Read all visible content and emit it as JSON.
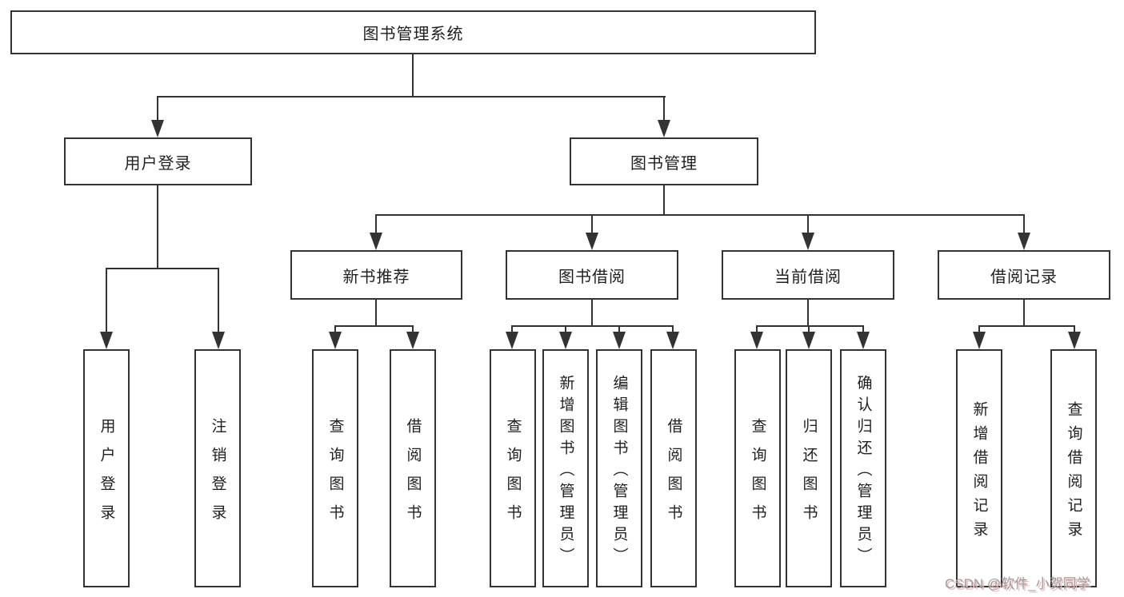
{
  "tree": {
    "root": {
      "label": "图书管理系统"
    },
    "branches": [
      {
        "label": "用户登录",
        "children": [
          {
            "label": "用户登录"
          },
          {
            "label": "注销登录"
          }
        ]
      },
      {
        "label": "图书管理",
        "children": [
          {
            "label": "新书推荐",
            "children": [
              {
                "label": "查询图书"
              },
              {
                "label": "借阅图书"
              }
            ]
          },
          {
            "label": "图书借阅",
            "children": [
              {
                "label": "查询图书"
              },
              {
                "label": "新增图书（管理员）"
              },
              {
                "label": "编辑图书（管理员）"
              },
              {
                "label": "借阅图书"
              }
            ]
          },
          {
            "label": "当前借阅",
            "children": [
              {
                "label": "查询图书"
              },
              {
                "label": "归还图书"
              },
              {
                "label": "确认归还（管理员）"
              }
            ]
          },
          {
            "label": "借阅记录",
            "children": [
              {
                "label": "新增借阅记录"
              },
              {
                "label": "查询借阅记录"
              }
            ]
          }
        ]
      }
    ]
  },
  "watermark": {
    "text": "CSDN @软件_小贺同学"
  },
  "colors": {
    "line": "#333333",
    "border": "#333333",
    "text": "#1f1f1f",
    "background": "#ffffff",
    "watermark": "#9c9c9c",
    "watermark_shadow": "#efb9b9"
  }
}
